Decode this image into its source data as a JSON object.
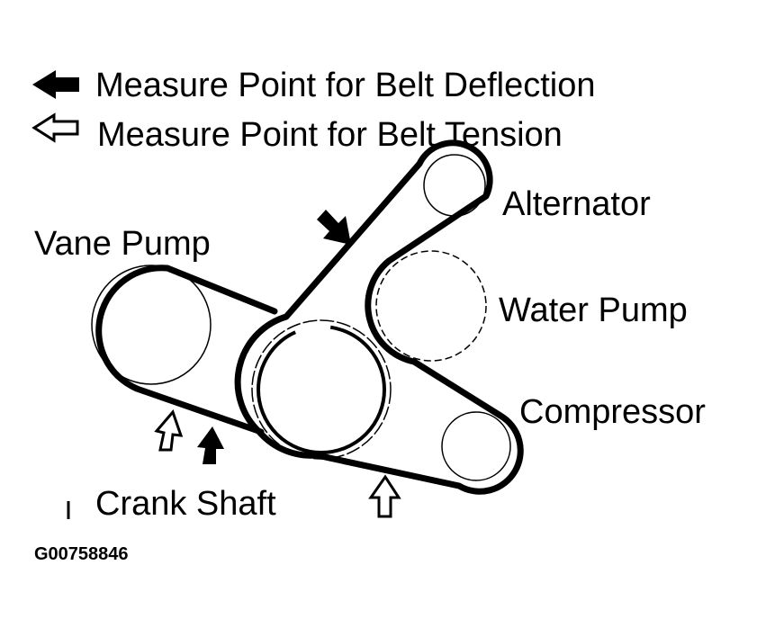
{
  "legend": {
    "deflection_label": "Measure Point for Belt Deflection",
    "tension_label": "Measure Point for Belt Tension",
    "deflection_icon": "solid-arrow-icon",
    "tension_icon": "hollow-arrow-icon"
  },
  "components": {
    "alternator": "Alternator",
    "vane_pump": "Vane Pump",
    "water_pump": "Water Pump",
    "compressor": "Compressor",
    "crank_shaft": "Crank Shaft"
  },
  "figure_id": "G00758846",
  "colors": {
    "ink": "#000000",
    "paper": "#ffffff"
  }
}
